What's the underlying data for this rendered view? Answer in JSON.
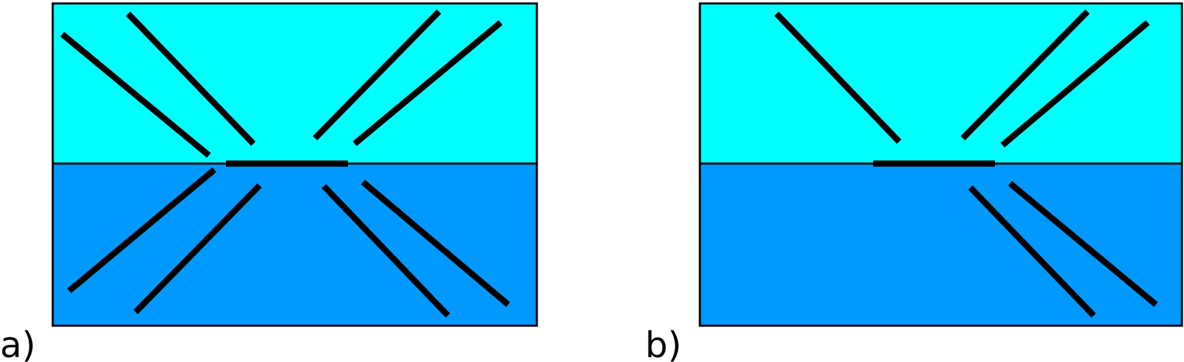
{
  "colors": {
    "upper_medium": "#00ffff",
    "lower_medium": "#0099ff",
    "border": "#000000",
    "arrow": "#000000"
  },
  "panels": [
    {
      "label": "a)",
      "arrows": [
        {
          "role": "incident",
          "medium": "upper"
        },
        {
          "role": "incident",
          "medium": "upper"
        },
        {
          "role": "incident",
          "medium": "lower"
        },
        {
          "role": "incident",
          "medium": "lower"
        },
        {
          "role": "interface",
          "medium": "boundary"
        },
        {
          "role": "outgoing",
          "medium": "upper"
        },
        {
          "role": "outgoing",
          "medium": "upper"
        },
        {
          "role": "outgoing",
          "medium": "lower"
        },
        {
          "role": "outgoing",
          "medium": "lower"
        }
      ]
    },
    {
      "label": "b)",
      "arrows": [
        {
          "role": "incident",
          "medium": "upper"
        },
        {
          "role": "interface",
          "medium": "boundary"
        },
        {
          "role": "outgoing",
          "medium": "upper"
        },
        {
          "role": "outgoing",
          "medium": "upper"
        },
        {
          "role": "outgoing",
          "medium": "lower"
        },
        {
          "role": "outgoing",
          "medium": "lower"
        }
      ]
    }
  ]
}
